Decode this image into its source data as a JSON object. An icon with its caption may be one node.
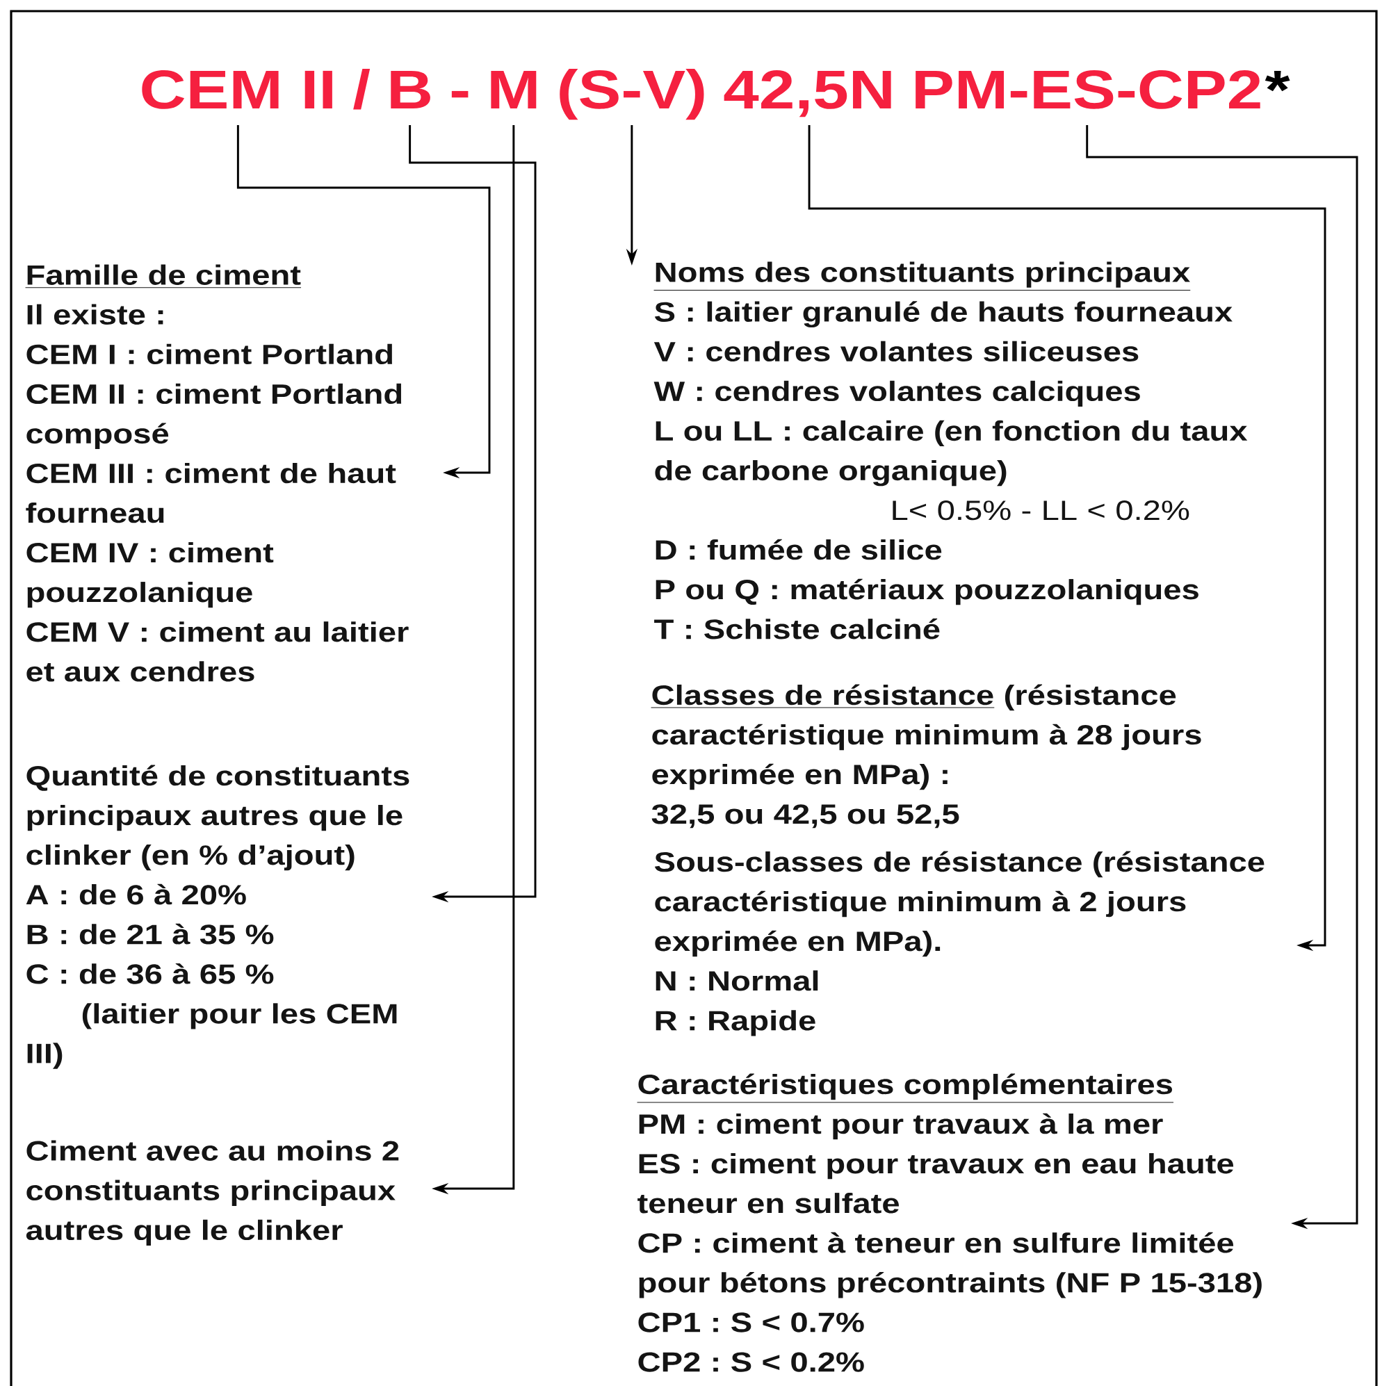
{
  "diagram": {
    "nodes": [
      {
        "text": [
          "CEM II"
        ]
      },
      {
        "text": [
          "B"
        ]
      },
      {
        "text": [
          "M"
        ]
      },
      {
        "text": [
          "(S-V)"
        ]
      },
      {
        "text": [
          "42,5N"
        ]
      },
      {
        "text": [
          "PM-ES-CP2"
        ]
      },
      {
        "text": [
          "Famille de ciment",
          "Il existe :",
          "CEM I : ciment Portland",
          "CEM II : ciment Portland composé",
          "CEM III : ciment de haut fourneau",
          "CEM IV : ciment pouzzolanique",
          "CEM V : ciment au laitier et aux cendres"
        ]
      },
      {
        "text": [
          "Quantité de constituants principaux autres que le clinker",
          "(en % d’ajout)",
          "A : de 6 à 20%",
          "B : de 21 à 35 %",
          "C : de 36 à 65 %",
          "(laitier pour les CEM III)"
        ]
      },
      {
        "text": [
          "Ciment avec au moins 2 constituants principaux autres que le clinker"
        ]
      },
      {
        "text": [
          "Noms des constituants principaux",
          "S : laitier granulé de hauts fourneaux",
          "V : cendres volantes siliceuses",
          "W : cendres volantes calciques",
          "L ou LL : calcaire (en fonction du taux de carbone organique)",
          "L< 0.5% - LL < 0.2%",
          "D : fumée de silice",
          "P ou Q : matériaux pouzzolaniques",
          "T : Schiste calciné"
        ]
      },
      {
        "text": [
          "Classes de résistance",
          "(résistance caractéristique minimum à 28 jours exprimée en MPa) :",
          "32,5 ou 42,5 ou 52,5"
        ]
      },
      {
        "text": [
          "Sous-classes de résistance (résistance caractéristique minimum à 2 jours exprimée en MPa).",
          "N : Normal",
          "R : Rapide"
        ]
      },
      {
        "text": [
          "Caractéristiques complémentaires",
          "PM : ciment pour travaux à la mer",
          "ES : ciment pour travaux en eau haute teneur en sulfate",
          "CP : ciment à teneur en sulfure limitée pour bétons précontraints (NF P 15-318)",
          "CP1 : S < 0.7%",
          "CP2 : S < 0.2%"
        ]
      }
    ],
    "edges": [
      {
        "from": 0,
        "to": 6,
        "arrow": "to"
      },
      {
        "from": 1,
        "to": 7,
        "arrow": "to"
      },
      {
        "from": 2,
        "to": 8,
        "arrow": "to"
      },
      {
        "from": 3,
        "to": 9,
        "arrow": "to"
      },
      {
        "from": 4,
        "to": 11,
        "arrow": "to"
      },
      {
        "from": 5,
        "to": 12,
        "arrow": "to"
      }
    ],
    "labels": [
      "/",
      "-",
      "*"
    ]
  }
}
